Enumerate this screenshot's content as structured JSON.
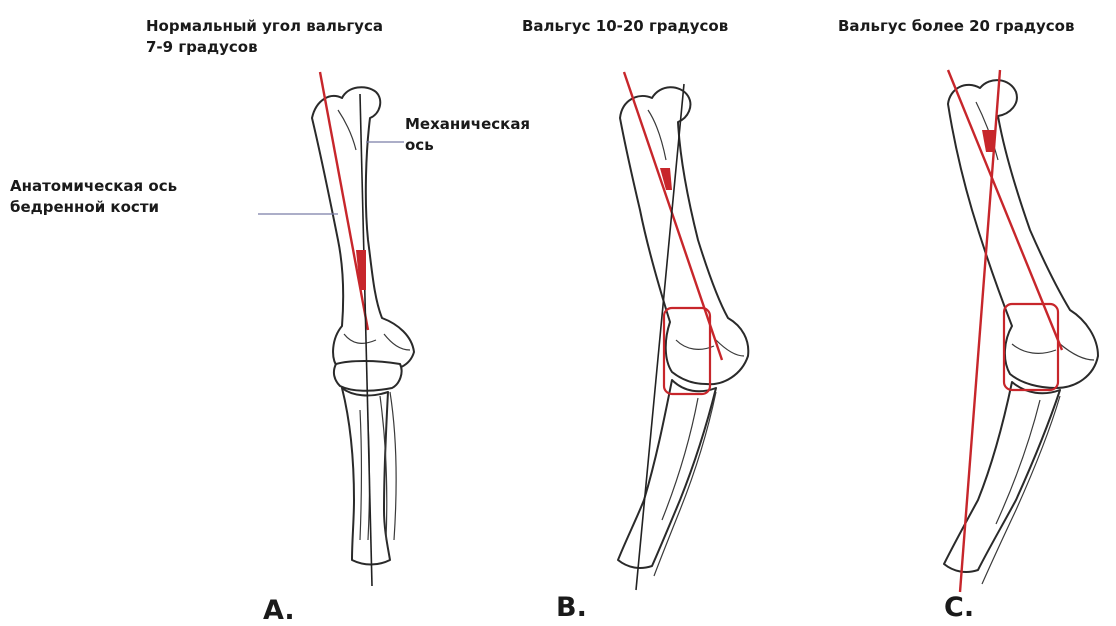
{
  "panels": [
    {
      "letter": "A.",
      "title_line1": "Нормальный угол вальгуса",
      "title_line2": "7-9 градусов"
    },
    {
      "letter": "B.",
      "title_line1": "Вальгус 10-20 градусов"
    },
    {
      "letter": "C.",
      "title_line1": "Вальгус более 20 градусов"
    }
  ],
  "labels": {
    "mechanical_axis_line1": "Механическая",
    "mechanical_axis_line2": "ось",
    "anatomical_axis_line1": "Анатомическая ось",
    "anatomical_axis_line2": "бедренной кости"
  },
  "colors": {
    "anatomical_axis": "#c7262b",
    "mechanical_axis": "#222222",
    "leader_line": "#7a7ea8",
    "bone_outline": "#2a2a2a"
  }
}
